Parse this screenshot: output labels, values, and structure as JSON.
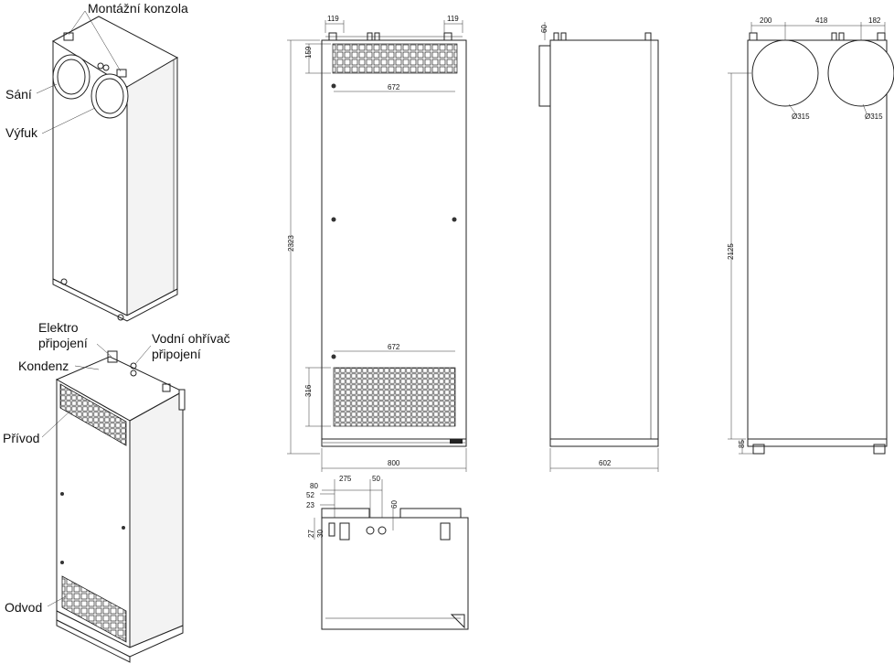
{
  "labels": {
    "montazni_konzola": "Montážní konzola",
    "sani": "Sání",
    "vyfuk": "Výfuk",
    "elektro_1": "Elektro",
    "elektro_2": "připojení",
    "vodni_1": "Vodní ohřívač",
    "vodni_2": "připojení",
    "kondenz": "Kondenz",
    "privod": "Přívod",
    "odvod": "Odvod"
  },
  "dims_front": {
    "top_left": "119",
    "top_right": "119",
    "grille_h": "159",
    "span_top": "672",
    "height": "2323",
    "span_bottom": "672",
    "bottom_grille_h": "316",
    "width": "800"
  },
  "dims_side": {
    "top": "60",
    "depth": "602"
  },
  "dims_back": {
    "left": "200",
    "mid": "418",
    "right": "182",
    "diam_left": "Ø315",
    "diam_right": "Ø315",
    "height": "2125",
    "feet": "85"
  },
  "dims_top": {
    "d80": "80",
    "d52": "52",
    "d23": "23",
    "d275": "275",
    "d50": "50",
    "d60": "60",
    "d27": "27",
    "d30": "30"
  },
  "colors": {
    "line": "#222222",
    "background": "#ffffff"
  }
}
